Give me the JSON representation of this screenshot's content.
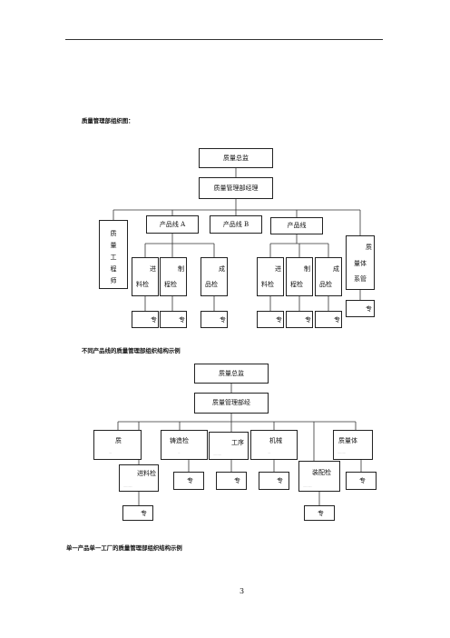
{
  "page_number": "3",
  "section_title": "质量管理部组织图：",
  "chart1": {
    "director": "质量总监",
    "manager": "质量管理部经理",
    "quality_engineer": [
      "质",
      "量",
      "工",
      "程",
      "师"
    ],
    "product_line_a": "产品线 A",
    "product_line_b": "产品线 B",
    "product_line_c": "产品线",
    "incoming_top": "进",
    "incoming_bottom": "料检",
    "process_top": "制",
    "process_bottom": "程检",
    "finished_top": "成",
    "finished_bottom": "品检",
    "system_top": "质",
    "system_mid": "量体",
    "system_bottom": "系管",
    "specialist": "专"
  },
  "caption1": "不同产品线的质量管理部组织结构示例",
  "chart2": {
    "director": "质量总监",
    "manager": "质量管理部经",
    "quality": "质",
    "casting": "铸造检",
    "process": "工序",
    "mechanical": "机械",
    "system": "质量体",
    "incoming": "进料检",
    "assembly": "装配检",
    "specialist": "专"
  },
  "caption2": "单一产品单一工厂的质量管理部组织结构示例"
}
